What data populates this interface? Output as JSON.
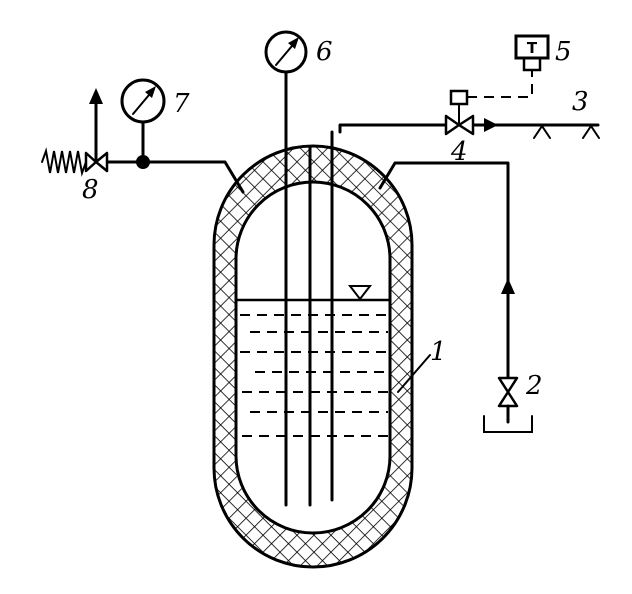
{
  "labels": {
    "vessel": "1",
    "inlet_valve": "2",
    "outlet_line": "3",
    "control_valve": "4",
    "controller": "5",
    "level_gauge": "6",
    "pressure_gauge": "7",
    "safety_valve": "8",
    "controller_symbol": "T"
  }
}
